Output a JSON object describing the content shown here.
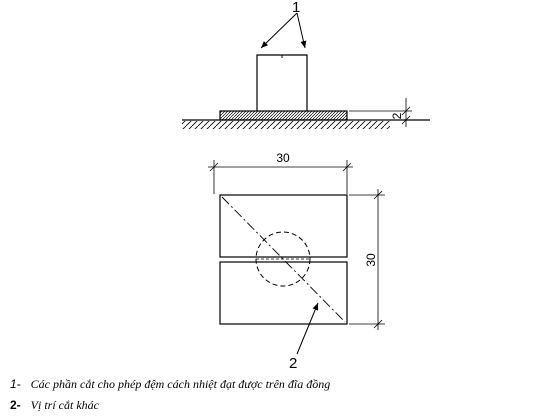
{
  "callouts": {
    "label_1": "1",
    "label_2": "2"
  },
  "dimensions": {
    "width": "30",
    "height": "30",
    "thickness": "2"
  },
  "legend": [
    {
      "number": "1-",
      "text": "Các phần cắt cho phép đệm cách nhiệt đạt được trên đĩa đồng"
    },
    {
      "number": "2-",
      "text": "Vị trí cắt khác"
    }
  ]
}
